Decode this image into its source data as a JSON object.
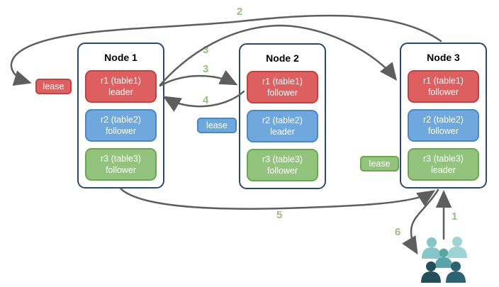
{
  "diagram": {
    "nodes": [
      {
        "title": "Node 1",
        "replicas": [
          {
            "name": "r1 (table1)",
            "role": "leader",
            "color": "red"
          },
          {
            "name": "r2 (table2)",
            "role": "follower",
            "color": "blue"
          },
          {
            "name": "r3 (table3)",
            "role": "follower",
            "color": "green"
          }
        ]
      },
      {
        "title": "Node 2",
        "replicas": [
          {
            "name": "r1 (table1)",
            "role": "follower",
            "color": "red"
          },
          {
            "name": "r2 (table2)",
            "role": "leader",
            "color": "blue"
          },
          {
            "name": "r3 (table3)",
            "role": "follower",
            "color": "green"
          }
        ]
      },
      {
        "title": "Node 3",
        "replicas": [
          {
            "name": "r1 (table1)",
            "role": "follower",
            "color": "red"
          },
          {
            "name": "r2 (table2)",
            "role": "follower",
            "color": "blue"
          },
          {
            "name": "r3 (table3)",
            "role": "leader",
            "color": "green"
          }
        ]
      }
    ],
    "leases": [
      {
        "label": "lease",
        "color": "red"
      },
      {
        "label": "lease",
        "color": "blue"
      },
      {
        "label": "lease",
        "color": "green"
      }
    ],
    "steps": {
      "s1": "1",
      "s2": "2",
      "s3a": "3",
      "s3b": "3",
      "s4": "4",
      "s5": "5",
      "s6": "6"
    },
    "icons": {
      "clients_icon": "users-icon"
    },
    "colors": {
      "red_fill": "#dd5f5f",
      "red_border": "#c5403f",
      "blue_fill": "#6fa8dc",
      "blue_border": "#4a86c8",
      "green_fill": "#93c47d",
      "green_border": "#6aa84f",
      "node_border": "#2b4a73",
      "arrow": "#5e5e5e",
      "step_label": "#93c47d",
      "users_light_teal": "#8cc9cc",
      "users_mid_teal": "#58a4a9",
      "users_dark_teal": "#2c5f6d"
    }
  }
}
